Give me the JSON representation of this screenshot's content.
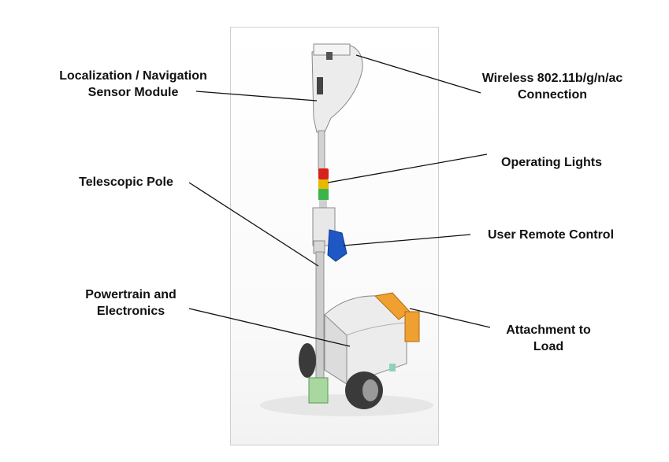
{
  "labels": {
    "sensor_module": {
      "line1": "Localization / Navigation",
      "line2": "Sensor Module"
    },
    "wireless": {
      "line1": "Wireless 802.11b/g/n/ac",
      "line2": "Connection"
    },
    "operating_lights": {
      "line1": "Operating Lights"
    },
    "telescopic_pole": {
      "line1": "Telescopic Pole"
    },
    "remote_control": {
      "line1": "User Remote Control"
    },
    "powertrain": {
      "line1": "Powertrain and",
      "line2": "Electronics"
    },
    "attachment": {
      "line1": "Attachment to",
      "line2": "Load"
    }
  },
  "colors": {
    "body": "#e9e9e9",
    "pole": "#c9c9c9",
    "light_red": "#d8201c",
    "light_yellow": "#e6b800",
    "light_green": "#3ab54a",
    "remote": "#1f57c4",
    "attachment": "#f0a030",
    "wheel": "#3a3a3a",
    "connector": "#a8d8a0"
  }
}
